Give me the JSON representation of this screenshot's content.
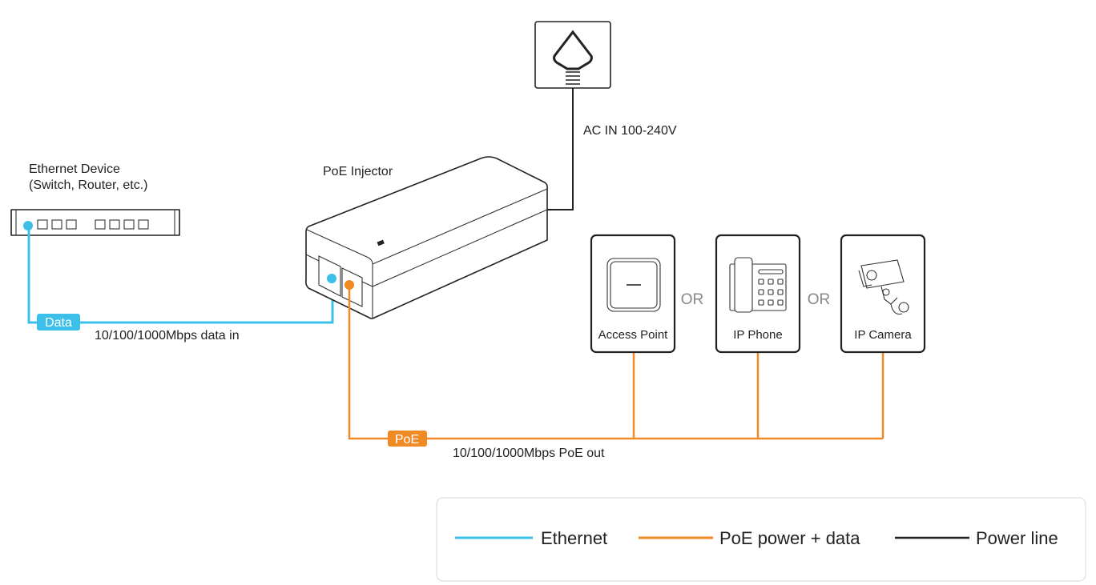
{
  "colors": {
    "ethernet": "#3cc0ea",
    "poe": "#f08a24",
    "power": "#222222"
  },
  "outlet": {
    "label": "AC IN 100-240V"
  },
  "ethernet_device": {
    "line1": "Ethernet Device",
    "line2": "(Switch, Router, etc.)"
  },
  "injector": {
    "label": "PoE Injector"
  },
  "data_link": {
    "tag": "Data",
    "caption": "10/100/1000Mbps data in"
  },
  "poe_link": {
    "tag": "PoE",
    "caption": "10/100/1000Mbps PoE out"
  },
  "devices": [
    {
      "label": "Access Point",
      "icon": "access-point-icon"
    },
    {
      "label": "IP Phone",
      "icon": "ip-phone-icon"
    },
    {
      "label": "IP Camera",
      "icon": "ip-camera-icon"
    }
  ],
  "separators": [
    "OR",
    "OR"
  ],
  "legend": [
    {
      "label": "Ethernet"
    },
    {
      "label": "PoE power + data"
    },
    {
      "label": "Power line"
    }
  ]
}
